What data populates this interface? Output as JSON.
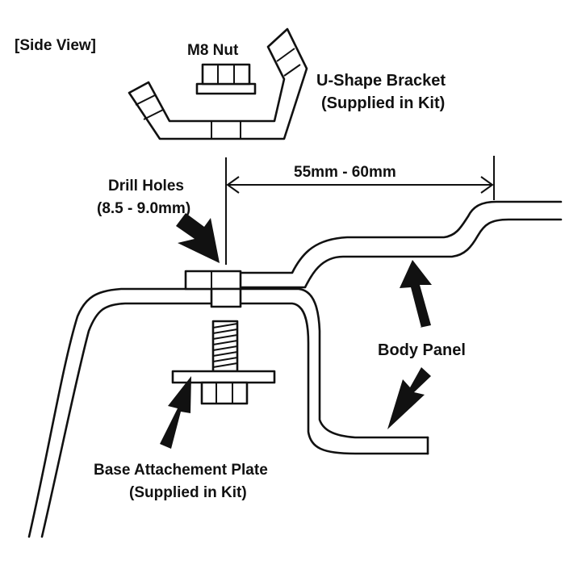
{
  "labels": {
    "view": "[Side View]",
    "nut": "M8 Nut",
    "bracket_line1": "U-Shape Bracket",
    "bracket_line2": "(Supplied in Kit)",
    "dimension": "55mm - 60mm",
    "drill_line1": "Drill Holes",
    "drill_line2": "(8.5 - 9.0mm)",
    "body_panel": "Body Panel",
    "plate_line1": "Base Attachement Plate",
    "plate_line2": "(Supplied in Kit)"
  },
  "colors": {
    "ink": "#111111",
    "paper": "#ffffff"
  },
  "icons": {
    "pointer": "arrow-icon",
    "dimension": "double-arrow-icon"
  }
}
